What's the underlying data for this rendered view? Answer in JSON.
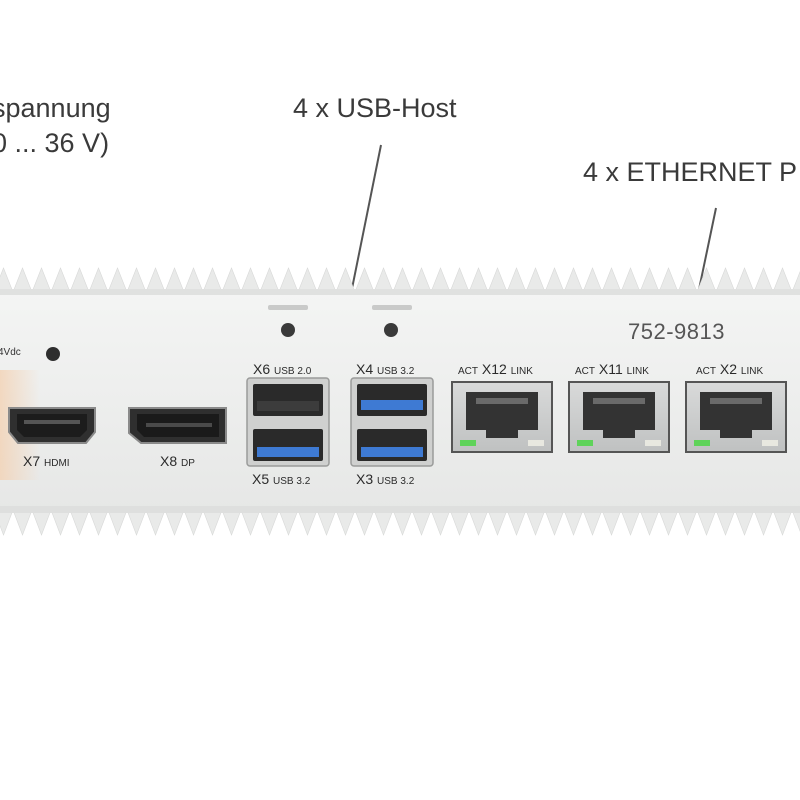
{
  "callouts": {
    "power_line1": "spannung",
    "power_line2": "0 ... 36 V)",
    "usb": "4 x USB-Host",
    "ethernet": "4 x ETHERNET P"
  },
  "device": {
    "model_number": "752-9813",
    "power_label": "4Vdc",
    "hdmi": {
      "name": "X7",
      "type": "HDMI"
    },
    "dp": {
      "name": "X8",
      "type": "DP"
    },
    "usb_ports": [
      {
        "name": "X6",
        "type": "USB 2.0"
      },
      {
        "name": "X5",
        "type": "USB 3.2"
      },
      {
        "name": "X4",
        "type": "USB 3.2"
      },
      {
        "name": "X3",
        "type": "USB 3.2"
      }
    ],
    "ethernet_ports": [
      {
        "act": "ACT",
        "name": "X12",
        "link": "LINK"
      },
      {
        "act": "ACT",
        "name": "X11",
        "link": "LINK"
      },
      {
        "act": "ACT",
        "name": "X2",
        "link": "LINK"
      }
    ]
  },
  "colors": {
    "housing": "#f1f2f1",
    "fins": "#e9eae9",
    "usb3_blue": "#3e7ad3",
    "usb2_black": "#2a2a2a",
    "led_green": "#5fd35a",
    "port_dark": "#333333"
  }
}
